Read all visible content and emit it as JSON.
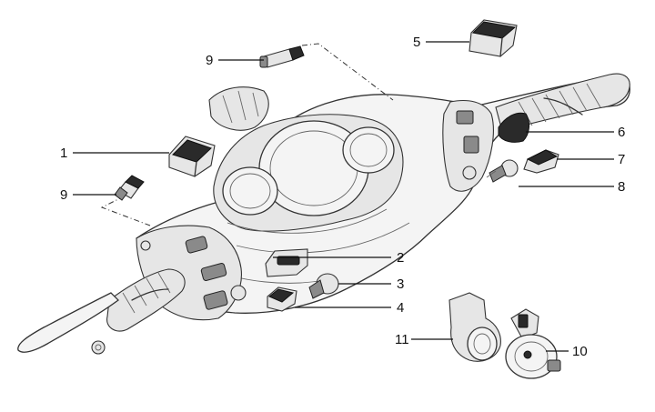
{
  "labels": {
    "p1": "1",
    "p2": "2",
    "p3": "3",
    "p4": "4",
    "p5": "5",
    "p6": "6",
    "p7": "7",
    "p8": "8",
    "p9a": "9",
    "p9b": "9",
    "p10": "10",
    "p11": "11"
  },
  "colors": {
    "line": "#333333",
    "background": "#ffffff"
  }
}
